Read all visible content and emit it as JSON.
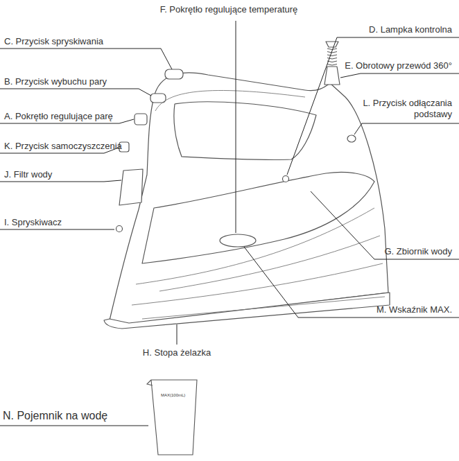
{
  "diagram": {
    "labels": [
      "F. Pokrętło regulujące temperaturę",
      "C. Przycisk spryskiwania",
      "B. Przycisk wybuchu pary",
      "A. Pokrętło regulujące parę",
      "K. Przycisk samoczyszczenia",
      "J. Filtr wody",
      "I. Spryskiwacz",
      "D. Lampka kontrolna",
      "E. Obrotowy przewód 360°",
      "L. Przycisk odłączania podstawy",
      "G. Zbiornik wody",
      "M. Wskaźnik MAX.",
      "H. Stopa żelazka",
      "N. Pojemnik na wodę",
      "MAX(100mL)"
    ]
  }
}
